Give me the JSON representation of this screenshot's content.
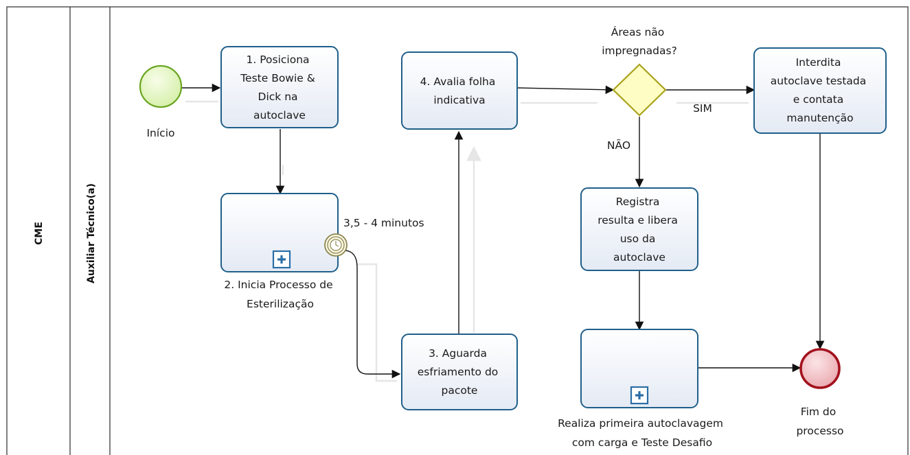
{
  "pool": {
    "title": "CME"
  },
  "lane": {
    "title": "Auxiliar Técnico(a)"
  },
  "events": {
    "start": "Início",
    "end": [
      "Fim do",
      "processo"
    ]
  },
  "tasks": {
    "t1": [
      "1. Posiciona",
      "Teste Bowie &",
      "Dick na",
      "autoclave"
    ],
    "t2": [
      "2. Inicia Processo de",
      "Esterilização"
    ],
    "t3": [
      "3. Aguarda",
      "esfriamento do",
      "pacote"
    ],
    "t4": [
      "4. Avalia folha",
      "indicativa"
    ],
    "interdita": [
      "Interdita",
      "autoclave testada",
      "e contata",
      "manutenção"
    ],
    "registra": [
      "Registra",
      "resulta e libera",
      "uso da",
      "autoclave"
    ],
    "realiza": [
      "Realiza primeira autoclavagem",
      "com carga e Teste Desafio"
    ]
  },
  "gateway": {
    "question": [
      "Áreas não",
      "impregnadas?"
    ],
    "yes": "SIM",
    "no": "NÃO"
  },
  "timer": {
    "label": "3,5 - 4 minutos"
  },
  "colors": {
    "task_border": "#1f5f8a",
    "start_fill": "#e6f7c8",
    "start_stroke": "#6aa621",
    "end_fill": "#f3c4c8",
    "end_stroke": "#a3121d",
    "gateway_fill": "#fdfdc4",
    "gateway_stroke": "#a9a11a",
    "subprocess_marker": "#2a6ea6"
  }
}
